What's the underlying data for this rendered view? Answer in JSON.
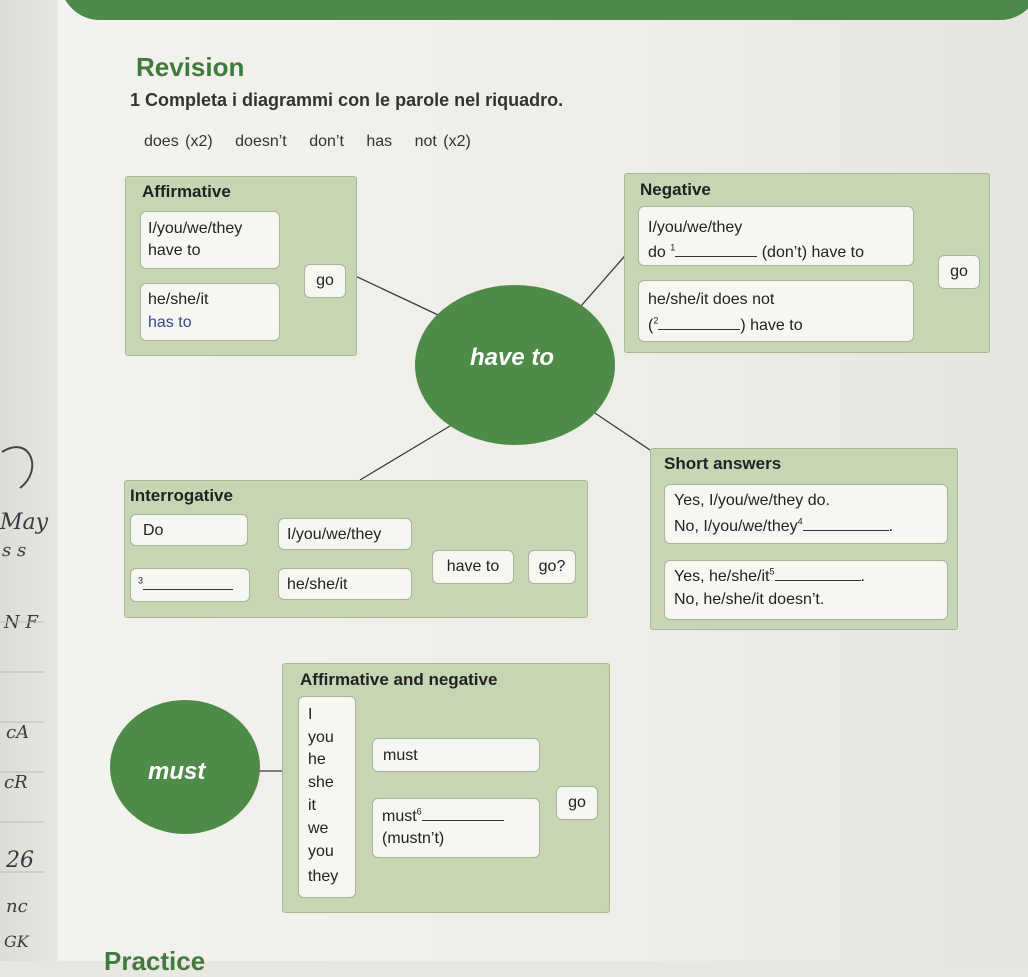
{
  "title": "Revision",
  "exercise": "1 Completa i diagrammi con le parole nel riquadro.",
  "word_box": [
    "does (x2)",
    "doesn’t",
    "don’t",
    "has",
    "not (x2)"
  ],
  "have_to_diagram": {
    "center": "have to",
    "affirmative": {
      "header": "Affirmative",
      "row1_subject": "I/you/we/they",
      "row1_verb": "have to",
      "row2_subject": "he/she/it",
      "row2_verb": "has to",
      "verb": "go"
    },
    "negative": {
      "header": "Negative",
      "row1_subject": "I/you/we/they",
      "row1_prefix": "do",
      "row1_gap": "1",
      "row1_suffix": "(don’t) have to",
      "row2_line": "he/she/it does not",
      "row2_open": "(",
      "row2_gap": "2",
      "row2_suffix": ") have to",
      "verb": "go"
    },
    "interrogative": {
      "header": "Interrogative",
      "aux1": "Do",
      "subject1": "I/you/we/they",
      "gap": "3",
      "subject2": "he/she/it",
      "verb_phrase": "have to",
      "verb": "go?"
    },
    "short_answers": {
      "header": "Short answers",
      "line1": "Yes, I/you/we/they do.",
      "line2_prefix": "No, I/you/we/they",
      "line2_gap": "4",
      "line2_end": ".",
      "line3_prefix": "Yes, he/she/it",
      "line3_gap": "5",
      "line3_end": ".",
      "line4": "No, he/she/it doesn’t."
    }
  },
  "must_diagram": {
    "center": "must",
    "header": "Affirmative and negative",
    "pronouns": [
      "I",
      "you",
      "he",
      "she",
      "it",
      "we",
      "you",
      "they"
    ],
    "aff": "must",
    "neg_prefix": "must",
    "neg_gap": "6",
    "neg_paren": "(mustn’t)",
    "verb": "go"
  },
  "next_section": "Practice",
  "margin_notes": [
    "May",
    "s s",
    "N F",
    "cA",
    "cR",
    "26",
    "nc",
    "GK"
  ]
}
